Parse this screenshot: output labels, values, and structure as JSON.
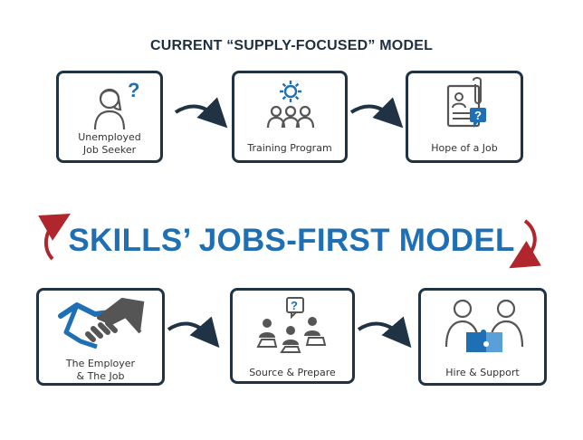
{
  "top_title": "CURRENT “SUPPLY-FOCUSED”  MODEL",
  "supply_model": {
    "steps": [
      {
        "label_line1": "Unemployed",
        "label_line2": "Job Seeker"
      },
      {
        "label_line1": "Training Program"
      },
      {
        "label_line1": "Hope of a Job"
      }
    ]
  },
  "main_title": "SKILLS’ JOBS-FIRST MODEL",
  "jobs_first_model": {
    "steps": [
      {
        "label_line1": "The Employer",
        "label_line2": "& The Job"
      },
      {
        "label_line1": "Source & Prepare"
      },
      {
        "label_line1": "Hire & Support"
      }
    ]
  },
  "icons": {
    "question_mark": "?",
    "colors": {
      "accent_blue": "#1f6fb5",
      "dark": "#1f3345",
      "red": "#b0262c",
      "gray": "#555555"
    }
  }
}
